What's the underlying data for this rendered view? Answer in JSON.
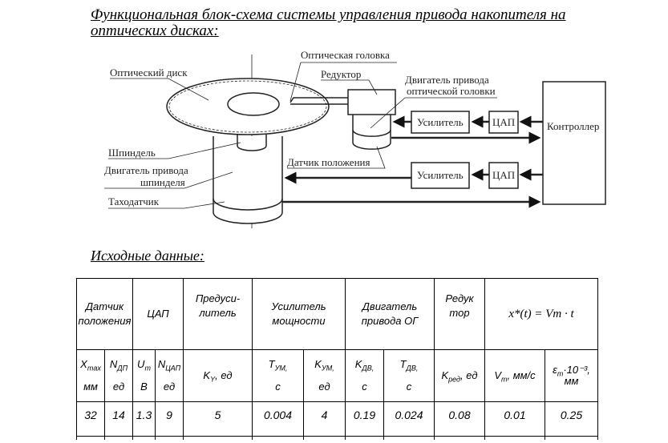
{
  "title": {
    "line1": "Функциональная блок-схема системы управления привода накопителя на",
    "line2": "оптических дисках:"
  },
  "diagram": {
    "labels": {
      "optical_head": "Оптическая головка",
      "optical_disk": "Оптический диск",
      "reducer": "Редуктор",
      "head_motor_1": "Двигатель привода",
      "head_motor_2": "оптической головки",
      "spindle": "Шпиндель",
      "spindle_motor_1": "Двигатель привода",
      "spindle_motor_2": "шпинделя",
      "tacho": "Таходатчик",
      "position_sensor": "Датчик положения",
      "amplifier": "Усилитель",
      "dac": "ЦАП",
      "controller": "Контроллер"
    }
  },
  "section_title": "Исходные данные:",
  "table": {
    "groups": [
      "Датчик положения",
      "ЦАП",
      "Предуси-литель",
      "Усилитель мощности",
      "Двигатель привода ОГ",
      "Редук тор",
      "x*(t) = Vm · t"
    ],
    "params": [
      {
        "name": "X",
        "sub": "max",
        "unit": "мм"
      },
      {
        "name": "N",
        "sub": "ДП",
        "unit": "ед"
      },
      {
        "name": "U",
        "sub": "m",
        "unit": "В"
      },
      {
        "name": "N",
        "sub": "ЦАП",
        "unit": "ед"
      },
      {
        "name": "K",
        "sub": "Y",
        "unit": ", ед"
      },
      {
        "name": "T",
        "sub": "УМ,",
        "unit": "с"
      },
      {
        "name": "K",
        "sub": "УМ,",
        "unit": "ед"
      },
      {
        "name": "K",
        "sub": "ДВ,",
        "unit": "с"
      },
      {
        "name": "T",
        "sub": "ДВ,",
        "unit": "с"
      },
      {
        "name": "K",
        "sub": "ред",
        "unit": ", ед"
      },
      {
        "name": "V",
        "sub": "m",
        "unit": ", мм/с"
      },
      {
        "name": "ε",
        "sub": "m",
        "unit": "·10⁻³, мм"
      }
    ],
    "values": [
      "32",
      "14",
      "1.3",
      "9",
      "5",
      "0.004",
      "4",
      "0.19",
      "0.024",
      "0.08",
      "0.01",
      "0.25"
    ]
  }
}
